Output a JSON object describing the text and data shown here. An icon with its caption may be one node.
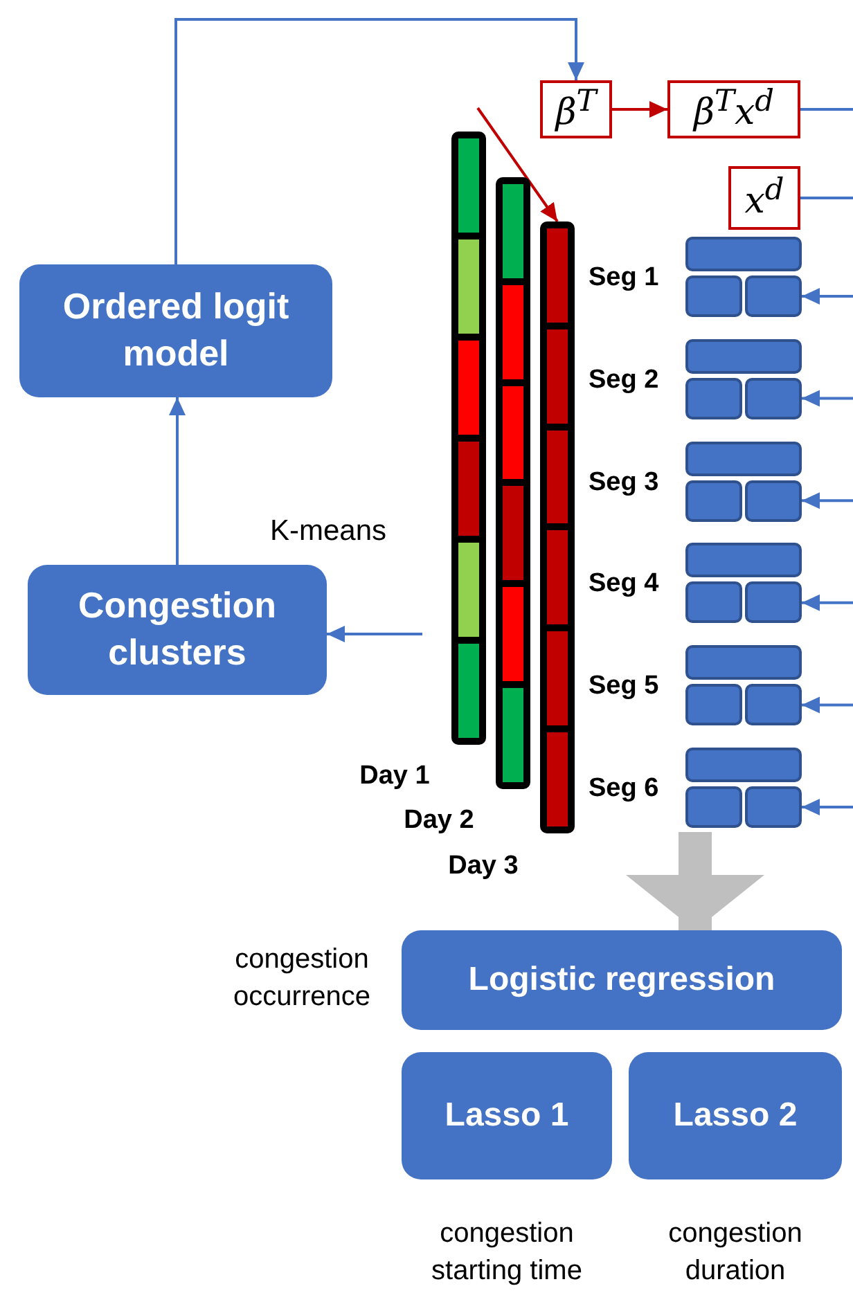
{
  "diagram": {
    "nodes": [
      {
        "text": [
          "Ordered logit model"
        ]
      },
      {
        "text": [
          "Congestion clusters"
        ]
      },
      {
        "text": [
          "β$^{T}$"
        ]
      },
      {
        "text": [
          "β$^{T}$x$^{d}$"
        ]
      },
      {
        "text": [
          "x$^{d}$"
        ]
      },
      {
        "text": [],
        "shape": "bar",
        "beside": [
          "Day 1"
        ]
      },
      {
        "text": [],
        "shape": "bar",
        "beside": [
          "Day 2"
        ]
      },
      {
        "text": [],
        "shape": "bar",
        "beside": [
          "Day 3"
        ]
      },
      {
        "text": [
          "Seg 1"
        ]
      },
      {
        "text": [],
        "shape": "box",
        "in": 8
      },
      {
        "text": [],
        "shape": "box",
        "in": 8
      },
      {
        "text": [],
        "shape": "box",
        "in": 8
      },
      {
        "text": [
          "Seg 2"
        ]
      },
      {
        "text": [],
        "shape": "box",
        "in": 12
      },
      {
        "text": [],
        "shape": "box",
        "in": 12
      },
      {
        "text": [],
        "shape": "box",
        "in": 12
      },
      {
        "text": [
          "Seg 3"
        ]
      },
      {
        "text": [],
        "shape": "box",
        "in": 16
      },
      {
        "text": [],
        "shape": "box",
        "in": 16
      },
      {
        "text": [],
        "shape": "box",
        "in": 16
      },
      {
        "text": [
          "Seg 4"
        ]
      },
      {
        "text": [],
        "shape": "box",
        "in": 20
      },
      {
        "text": [],
        "shape": "box",
        "in": 20
      },
      {
        "text": [],
        "shape": "box",
        "in": 20
      },
      {
        "text": [
          "Seg 5"
        ]
      },
      {
        "text": [],
        "shape": "box",
        "in": 24
      },
      {
        "text": [],
        "shape": "box",
        "in": 24
      },
      {
        "text": [],
        "shape": "box",
        "in": 24
      },
      {
        "text": [
          "Seg 6"
        ]
      },
      {
        "text": [],
        "shape": "box",
        "in": 28
      },
      {
        "text": [],
        "shape": "box",
        "in": 28
      },
      {
        "text": [],
        "shape": "box",
        "in": 28
      },
      {
        "text": [
          "Logistic regression"
        ],
        "beside": [
          "congestion occurrence"
        ]
      },
      {
        "text": [
          "Lasso 1"
        ],
        "beside": [
          "congestion starting time"
        ]
      },
      {
        "text": [
          "Lasso 2"
        ],
        "beside": [
          "congestion duration"
        ]
      }
    ],
    "edges": [
      {
        "from": 1,
        "to": 0,
        "arrow": "to"
      },
      {
        "from": 0,
        "to": 2,
        "arrow": "to"
      },
      {
        "from": 2,
        "to": 3,
        "arrow": "to",
        "color": "#c00000"
      },
      {
        "from": 3,
        "to": null,
        "arrow": "none"
      },
      {
        "from": 4,
        "to": null,
        "arrow": "none"
      },
      {
        "from": null,
        "to": 7,
        "arrow": "to",
        "color": "#c00000"
      },
      {
        "from": null,
        "to": 1,
        "arrow": "to",
        "label": "K-means"
      },
      {
        "from": null,
        "to": 11,
        "arrow": "to"
      },
      {
        "from": null,
        "to": 15,
        "arrow": "to"
      },
      {
        "from": null,
        "to": 19,
        "arrow": "to"
      },
      {
        "from": null,
        "to": 23,
        "arrow": "to"
      },
      {
        "from": null,
        "to": 27,
        "arrow": "to"
      },
      {
        "from": null,
        "to": 31,
        "arrow": "to"
      },
      {
        "from": 28,
        "to": 32,
        "arrow": "to",
        "style": "thick",
        "color": "#bfbfbf"
      }
    ]
  }
}
